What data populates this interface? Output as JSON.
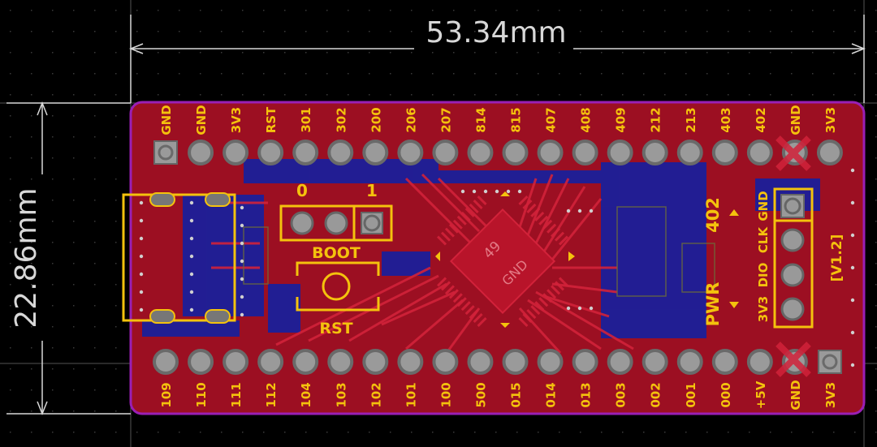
{
  "dimensions": {
    "width_label": "53.34mm",
    "height_label": "22.86mm"
  },
  "top_pins": [
    "GND",
    "GND",
    "3V3",
    "RST",
    "301",
    "302",
    "200",
    "206",
    "207",
    "814",
    "815",
    "407",
    "408",
    "409",
    "212",
    "213",
    "403",
    "402",
    "GND",
    "3V3"
  ],
  "bottom_pins": [
    "109",
    "110",
    "111",
    "112",
    "104",
    "103",
    "102",
    "101",
    "100",
    "500",
    "015",
    "014",
    "013",
    "003",
    "002",
    "001",
    "000",
    "+5V",
    "GND",
    "3V3"
  ],
  "boot": {
    "label": "BOOT",
    "opt0": "0",
    "opt1": "1"
  },
  "reset": {
    "label": "RST"
  },
  "power": {
    "label": "PWR",
    "value": "402"
  },
  "debug_header": {
    "pins": [
      "GND",
      "CLK",
      "DIO",
      "3V3"
    ],
    "version": "[V1.2]"
  },
  "chip": {
    "pin_number": "49",
    "pad_label": "GND"
  },
  "colors": {
    "background": "#000000",
    "board_edge": "#9a1fb5",
    "copper_top": "#a50f1f",
    "copper_bottom": "#1b1f9a",
    "silkscreen": "#f4c20d",
    "dimension": "#d8d8d8",
    "grid_line": "#555555"
  }
}
